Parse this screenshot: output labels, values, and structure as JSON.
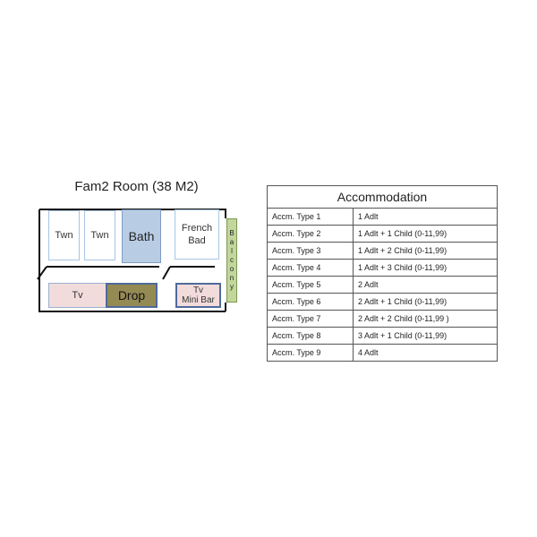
{
  "floor_plan": {
    "title": "Fam2 Room (38 M2)",
    "twin_bed_1": "Twn",
    "twin_bed_2": "Twn",
    "bath": "Bath",
    "french_bed_line1": "French",
    "french_bed_line2": "Bad",
    "tv_left": "Tv",
    "drop": "Drop",
    "tv_right": "Tv",
    "mini_bar": "Mini Bar",
    "balcony": "Balcony",
    "colors": {
      "bath": "#b8cce4",
      "tv": "#f2dcdb",
      "drop": "#948a54",
      "balcony": "#c3d69b"
    }
  },
  "accommodation": {
    "title": "Accommodation",
    "rows": [
      {
        "type": "Accm. Type 1",
        "occupancy": "1 Adlt"
      },
      {
        "type": "Accm. Type 2",
        "occupancy": "1 Adlt + 1 Child (0-11,99)"
      },
      {
        "type": "Accm. Type 3",
        "occupancy": "1 Adlt + 2 Child (0-11,99)"
      },
      {
        "type": "Accm. Type 4",
        "occupancy": "1 Adlt + 3 Child (0-11,99)"
      },
      {
        "type": "Accm. Type 5",
        "occupancy": "2 Adlt"
      },
      {
        "type": "Accm. Type 6",
        "occupancy": "2 Adlt + 1 Child (0-11,99)"
      },
      {
        "type": "Accm. Type 7",
        "occupancy": "2 Adlt + 2 Child (0-11,99 )"
      },
      {
        "type": "Accm. Type 8",
        "occupancy": "3 Adlt + 1 Child (0-11,99)"
      },
      {
        "type": "Accm. Type 9",
        "occupancy": "4 Adlt"
      }
    ]
  }
}
